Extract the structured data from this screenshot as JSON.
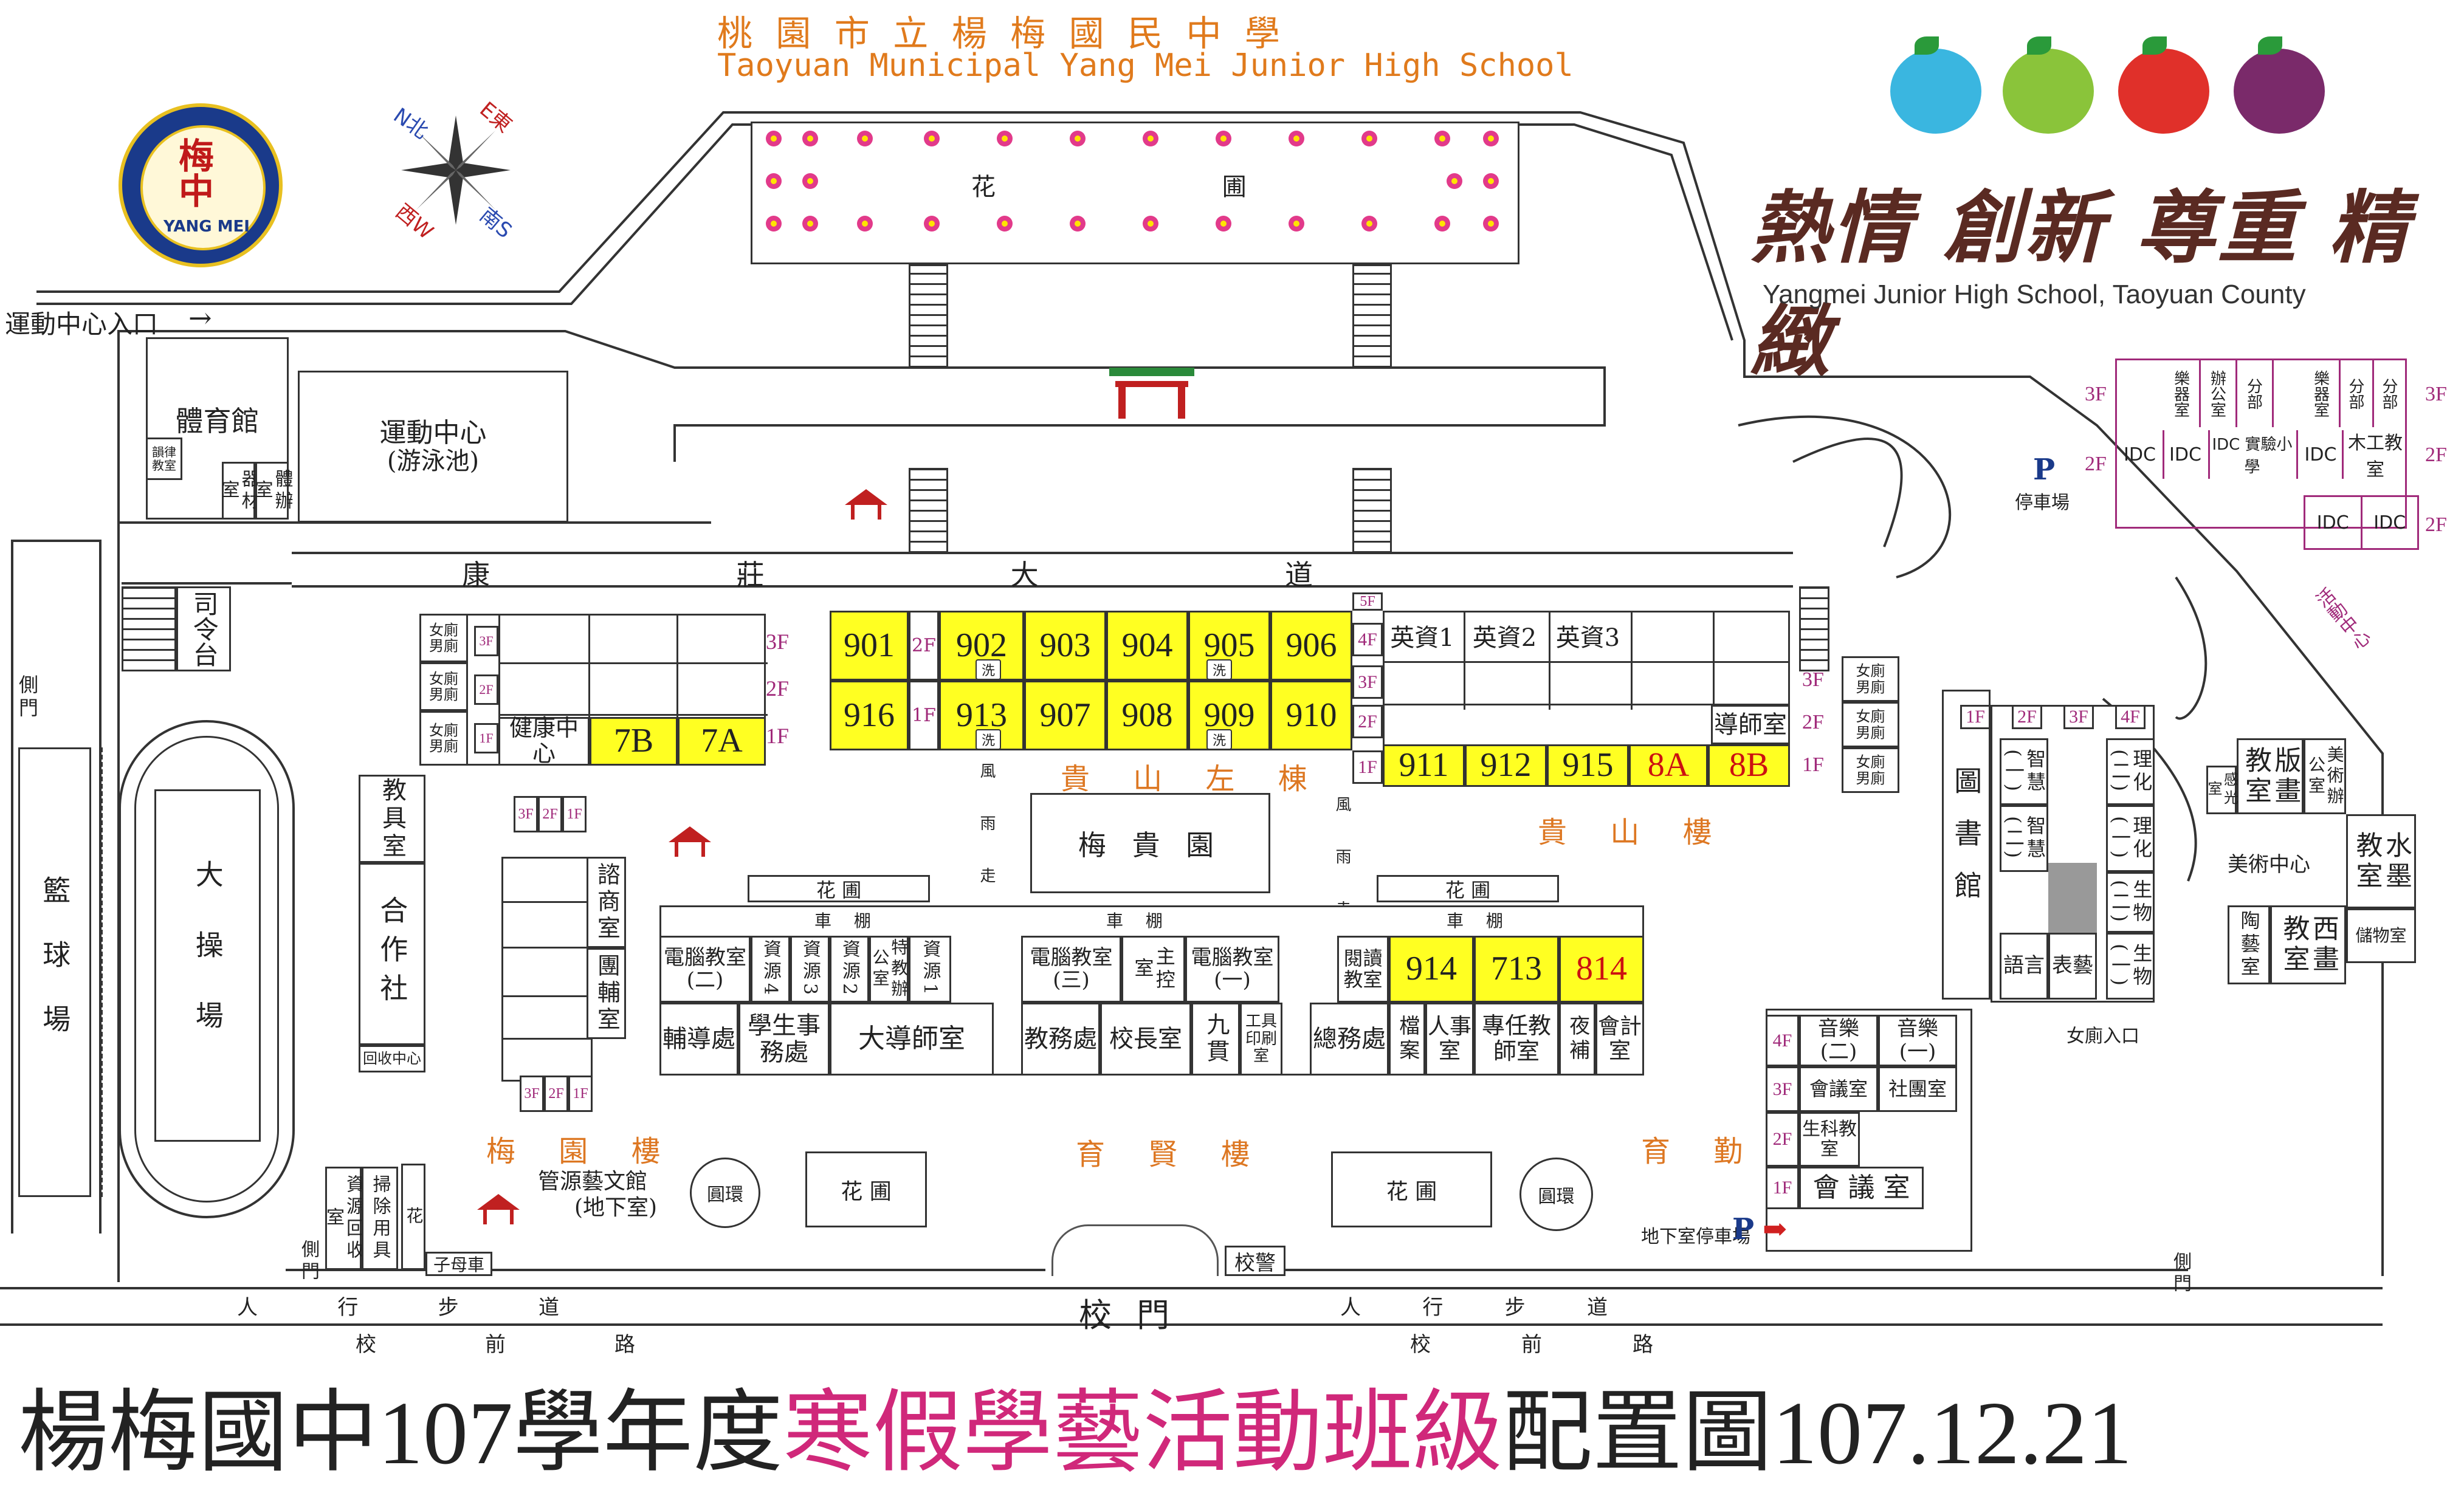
{
  "header": {
    "title_zh": "桃 園 市 立 楊 梅 國 民 中 學",
    "title_en": "Taoyuan Municipal Yang Mei Junior High School"
  },
  "brand": {
    "slogan": "熱情 創新 尊重 精緻",
    "english": "Yangmei Junior High School, Taoyuan County",
    "logo_char": "梅中",
    "logo_en": "YANG MEI"
  },
  "compass": {
    "n": "N北",
    "e": "E東",
    "s": "南S",
    "w": "西W"
  },
  "footer": {
    "prefix": "楊梅國中107學年度",
    "highlight": "寒假學藝活動班級",
    "suffix": "配置圖107.12.21"
  },
  "colors": {
    "highlight": "#ffff22",
    "building_label": "#dd7722",
    "floor_label": "#a02a7a",
    "footer_highlight": "#d0287a",
    "title_orange": "#e07a1c"
  },
  "labels": {
    "sports_entrance": "運動中心入口",
    "gym": "體育館",
    "sports_center": "運動中心",
    "pool": "(游泳池)",
    "equipment": "器材室",
    "gym_office": "體辦室",
    "sports_storage": "韻律教室",
    "command": "司令台",
    "side_gate": "側門",
    "basketball": "籃球場",
    "playground": "大操場",
    "road": [
      "康",
      "莊",
      "大",
      "道"
    ],
    "garden": "花 圃",
    "garden2": "花圃",
    "plum_garden": "梅 貴 園",
    "left_wing": "貴 山 左 棟",
    "guishan": "貴 山 樓",
    "meiyuan": "梅 園 樓",
    "yuxian": "育 賢 樓",
    "yuqin": "育 勤 樓",
    "corridor": "風雨走廊",
    "shed": "車 棚",
    "library": "圖書館",
    "art_center": "美術中心",
    "parking": "停車場",
    "basement_parking": "地下室停車場",
    "gate": "校 門",
    "guard": "校警",
    "sidewalk": [
      "人",
      "行",
      "步",
      "道"
    ],
    "road_front": [
      "校",
      "前",
      "路"
    ],
    "roundabout": "圓環",
    "bike": "子母車",
    "art_hall": "管源藝文館",
    "basement": "(地下室)",
    "recycle": "回收中心",
    "activity_center": "活動中心",
    "women_entrance": "女廁入口",
    "wash": "洗"
  },
  "floors": {
    "f1": "1F",
    "f2": "2F",
    "f3": "3F",
    "f4": "4F",
    "f5": "5F"
  },
  "rooms": {
    "r901": "901",
    "r902": "902",
    "r903": "903",
    "r904": "904",
    "r905": "905",
    "r906": "906",
    "r916": "916",
    "r913": "913",
    "r907": "907",
    "r908": "908",
    "r909": "909",
    "r910": "910",
    "r911": "911",
    "r912": "912",
    "r915": "915",
    "r8A": "8A",
    "r8B": "8B",
    "r7B": "7B",
    "r7A": "7A",
    "r914": "914",
    "r713": "713",
    "r814": "814",
    "health": "健康中心",
    "eng1": "英資1",
    "eng2": "英資2",
    "eng3": "英資3",
    "tutor": "導師室",
    "teaching_tools": "教具室",
    "coop": "合作社",
    "counsel": "諮商室",
    "group_counsel": "團輔室",
    "comp2": "電腦教室(二)",
    "res4": "資源4",
    "res3": "資源3",
    "res2": "資源2",
    "special": "特教辦公室",
    "res1": "資源1",
    "comp3": "電腦教室(三)",
    "control": "主控室",
    "comp1": "電腦教室(一)",
    "reading": "閱讀教室",
    "guidance": "輔導處",
    "student_affairs": "學生事務處",
    "head_tutor": "大導師室",
    "academic": "教務處",
    "principal": "校長室",
    "ninegrade": "九貫",
    "printing": "印刷室",
    "tools": "工具",
    "general": "總務處",
    "archive": "檔案",
    "personnel": "人事室",
    "fulltime": "專任教師室",
    "night": "夜補",
    "account": "會計室",
    "music2": "音樂(二)",
    "music1": "音樂(一)",
    "meeting_s": "會議室",
    "club": "社團室",
    "life": "生科教室",
    "meeting": "會 議 室",
    "wisdom1": "智慧(一)",
    "wisdom2": "智慧(二)",
    "phy2": "理化(二)",
    "phy1": "理化(一)",
    "bio2": "生物(二)",
    "bio1": "生物(一)",
    "lang": "語言",
    "perform": "表藝",
    "print_art": "版畫教室",
    "art_office": "美術辦公室",
    "ink": "水墨教室",
    "western": "西畫教室",
    "pottery": "陶藝室",
    "storage": "儲物室",
    "sense": "感光室",
    "idc": "IDC",
    "idc_lab": "IDC 實驗小學",
    "wood": "木工教室",
    "music_room": "樂器室",
    "office": "辦公室",
    "branch": "分部",
    "male": "男廁",
    "female": "女廁",
    "res_room": "資源回收室",
    "cleaning": "掃除用具",
    "flower": "花"
  }
}
